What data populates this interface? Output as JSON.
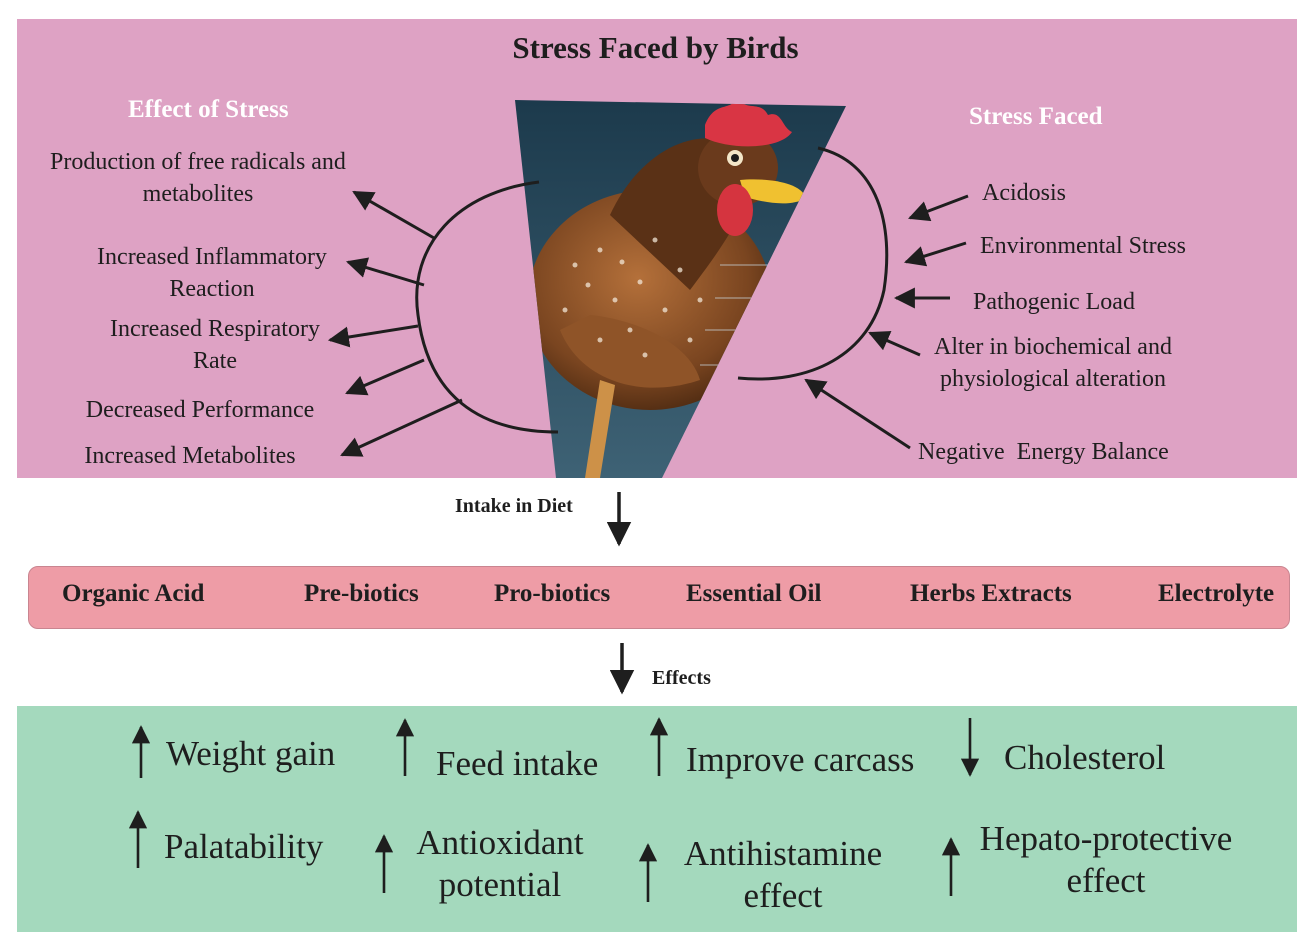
{
  "title": "Stress Faced by Birds",
  "effect_of_stress": {
    "heading": "Effect of Stress",
    "items": [
      "Production of free radicals and metabolites",
      "Increased Inflammatory Reaction",
      "Increased Respiratory Rate",
      "Decreased Performance",
      "Increased Metabolites"
    ]
  },
  "stress_faced": {
    "heading": "Stress Faced",
    "items": [
      "Acidosis",
      "Environmental Stress",
      "Pathogenic Load",
      "Alter in biochemical and physiological alteration",
      "Negative  Energy Balance"
    ]
  },
  "flow": {
    "intake_label": "Intake in Diet",
    "effects_label": "Effects"
  },
  "supplements": [
    "Organic Acid",
    "Pre-biotics",
    "Pro-biotics",
    "Essential Oil",
    "Herbs Extracts",
    "Electrolyte"
  ],
  "effects": [
    {
      "label": "Weight gain",
      "direction": "up"
    },
    {
      "label": "Feed intake",
      "direction": "up"
    },
    {
      "label": "Improve carcass",
      "direction": "up"
    },
    {
      "label": "Cholesterol",
      "direction": "down"
    },
    {
      "label": "Palatability",
      "direction": "up"
    },
    {
      "label": "Antioxidant potential",
      "direction": "up"
    },
    {
      "label": "Antihistamine effect",
      "direction": "up"
    },
    {
      "label": "Hepato-protective effect",
      "direction": "up"
    }
  ],
  "colors": {
    "top_panel": "#dea2c4",
    "supplement_bar": "#ee9ca6",
    "bottom_panel": "#a4d9bd",
    "heading_text": "#ffffff"
  },
  "icons": [
    "chicken-illustration",
    "arrow-up-icon",
    "arrow-down-icon"
  ]
}
